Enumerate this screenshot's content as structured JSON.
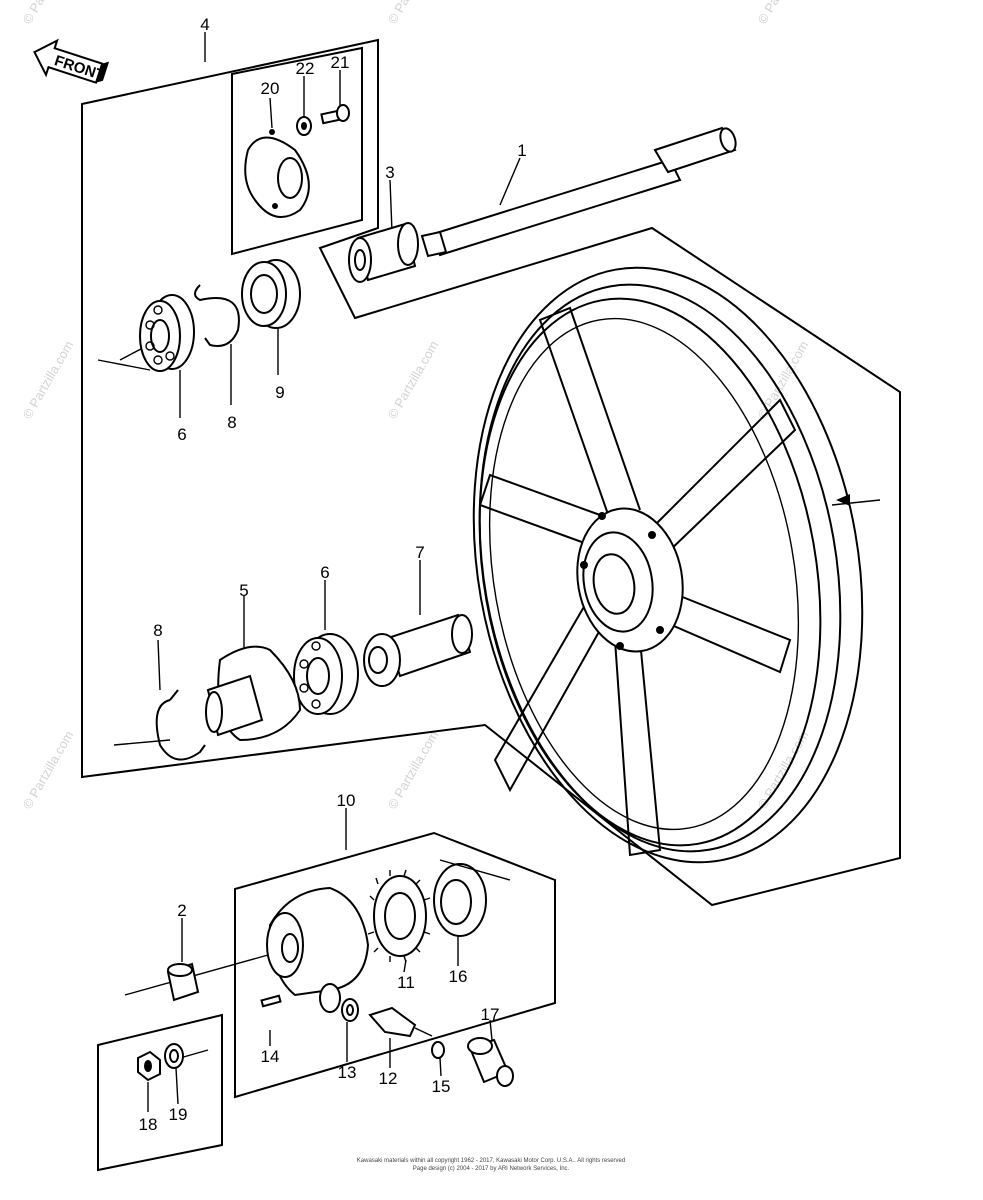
{
  "watermark": {
    "text": "© Partzilla.com"
  },
  "front_arrow": {
    "label": "FRONT"
  },
  "callouts": {
    "c1": "1",
    "c2": "2",
    "c3": "3",
    "c4": "4",
    "c5": "5",
    "c6a": "6",
    "c6b": "6",
    "c7": "7",
    "c8a": "8",
    "c8b": "8",
    "c9": "9",
    "c10": "10",
    "c11": "11",
    "c12": "12",
    "c13": "13",
    "c14": "14",
    "c15": "15",
    "c16": "16",
    "c17": "17",
    "c18": "18",
    "c19": "19",
    "c20": "20",
    "c21": "21",
    "c22": "22"
  },
  "footer": {
    "line1": "Kawasaki materials within all copyright 1962 - 2017, Kawasaki Motor Corp. U.S.A.. All rights reserved",
    "line2": "Page design (c) 2004 - 2017 by ARI Network Services, Inc."
  }
}
